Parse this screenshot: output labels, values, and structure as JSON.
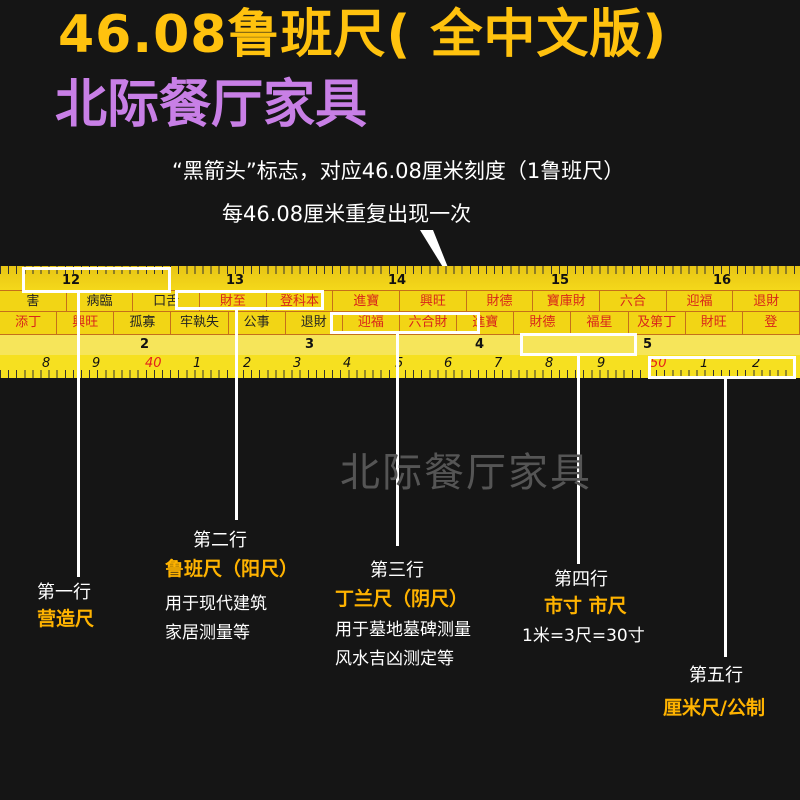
{
  "title": "46.08鲁班尺( 全中文版)",
  "watermark_overlay": "北际餐厅家具",
  "watermark_center": "北际餐厅家具",
  "note_line1": "“黑箭头”标志，对应46.08厘米刻度（1鲁班尺）",
  "note_line2": "每46.08厘米重复出现一次",
  "tape": {
    "row1_numbers": [
      "12",
      "13",
      "14",
      "15",
      "16"
    ],
    "row2_cells": [
      "害",
      "病臨",
      "口舌",
      "財至",
      "登科本",
      "進寶",
      "興旺",
      "財德",
      "寶庫財",
      "六合",
      "迎福",
      "退財"
    ],
    "row3_cells": [
      "添丁",
      "興旺",
      "孤寡",
      "牢執失",
      "公事",
      "退財",
      "迎福",
      "六合財",
      "進寶",
      "財德",
      "福星",
      "及第丁",
      "財旺",
      "登"
    ],
    "row4_numbers": [
      "2",
      "3",
      "4",
      "5"
    ],
    "row5_numbers": [
      "8",
      "9",
      "40",
      "1",
      "2",
      "3",
      "4",
      "5",
      "6",
      "7",
      "8",
      "9",
      "50",
      "1",
      "2"
    ]
  },
  "rows": [
    {
      "label": "第一行",
      "name": "营造尺",
      "desc": []
    },
    {
      "label": "第二行",
      "name": "鲁班尺（阳尺）",
      "desc": [
        "用于现代建筑",
        "家居测量等"
      ]
    },
    {
      "label": "第三行",
      "name": "丁兰尺（阴尺）",
      "desc": [
        "用于墓地墓碑测量",
        "风水吉凶测定等"
      ]
    },
    {
      "label": "第四行",
      "name": "市寸 市尺",
      "desc": [
        "1米=3尺=30寸"
      ]
    },
    {
      "label": "第五行",
      "name": "厘米尺/公制",
      "desc": []
    }
  ],
  "colors": {
    "background": "#151515",
    "title": "#ffc20e",
    "overlay": "#c87fe6",
    "tape": "#f2d515",
    "highlight": "#ffb300"
  }
}
